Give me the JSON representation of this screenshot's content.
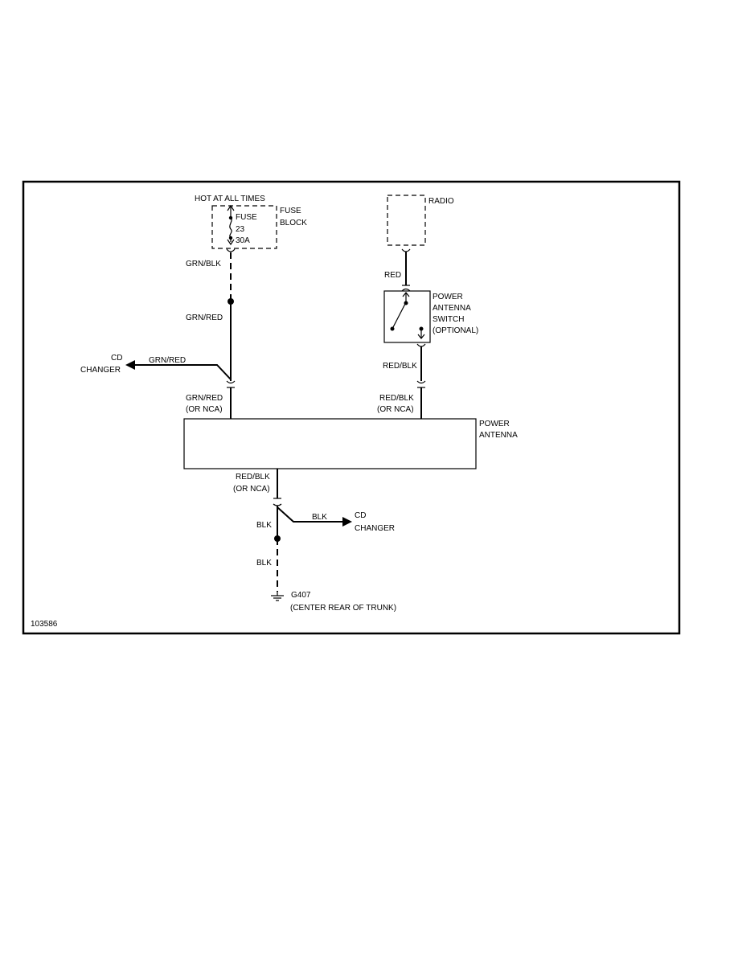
{
  "diagram": {
    "id_number": "103586",
    "fuse": {
      "header": "HOT AT ALL TIMES",
      "name": "FUSE",
      "number": "23",
      "rating": "30A",
      "block_line1": "FUSE",
      "block_line2": "BLOCK"
    },
    "radio": {
      "label": "RADIO"
    },
    "switch": {
      "line1": "POWER",
      "line2": "ANTENNA",
      "line3": "SWITCH",
      "line4": "(OPTIONAL)"
    },
    "power_antenna": {
      "line1": "POWER",
      "line2": "ANTENNA"
    },
    "wires": {
      "grn_blk": "GRN/BLK",
      "grn_red_upper": "GRN/RED",
      "grn_red_branch": "GRN/RED",
      "grn_red_lower": "GRN/RED",
      "grn_red_lower_nca": "(OR NCA)",
      "red": "RED",
      "red_blk_upper": "RED/BLK",
      "red_blk_lower": "RED/BLK",
      "red_blk_lower_nca": "(OR NCA)",
      "red_blk_bottom": "RED/BLK",
      "red_blk_bottom_nca": "(OR NCA)",
      "blk_branch": "BLK",
      "blk_upper": "BLK",
      "blk_lower": "BLK"
    },
    "cd_changer_top": {
      "line1": "CD",
      "line2": "CHANGER"
    },
    "cd_changer_bottom": {
      "line1": "CD",
      "line2": "CHANGER"
    },
    "ground": {
      "line1": "G407",
      "line2": "(CENTER REAR OF TRUNK)"
    }
  }
}
